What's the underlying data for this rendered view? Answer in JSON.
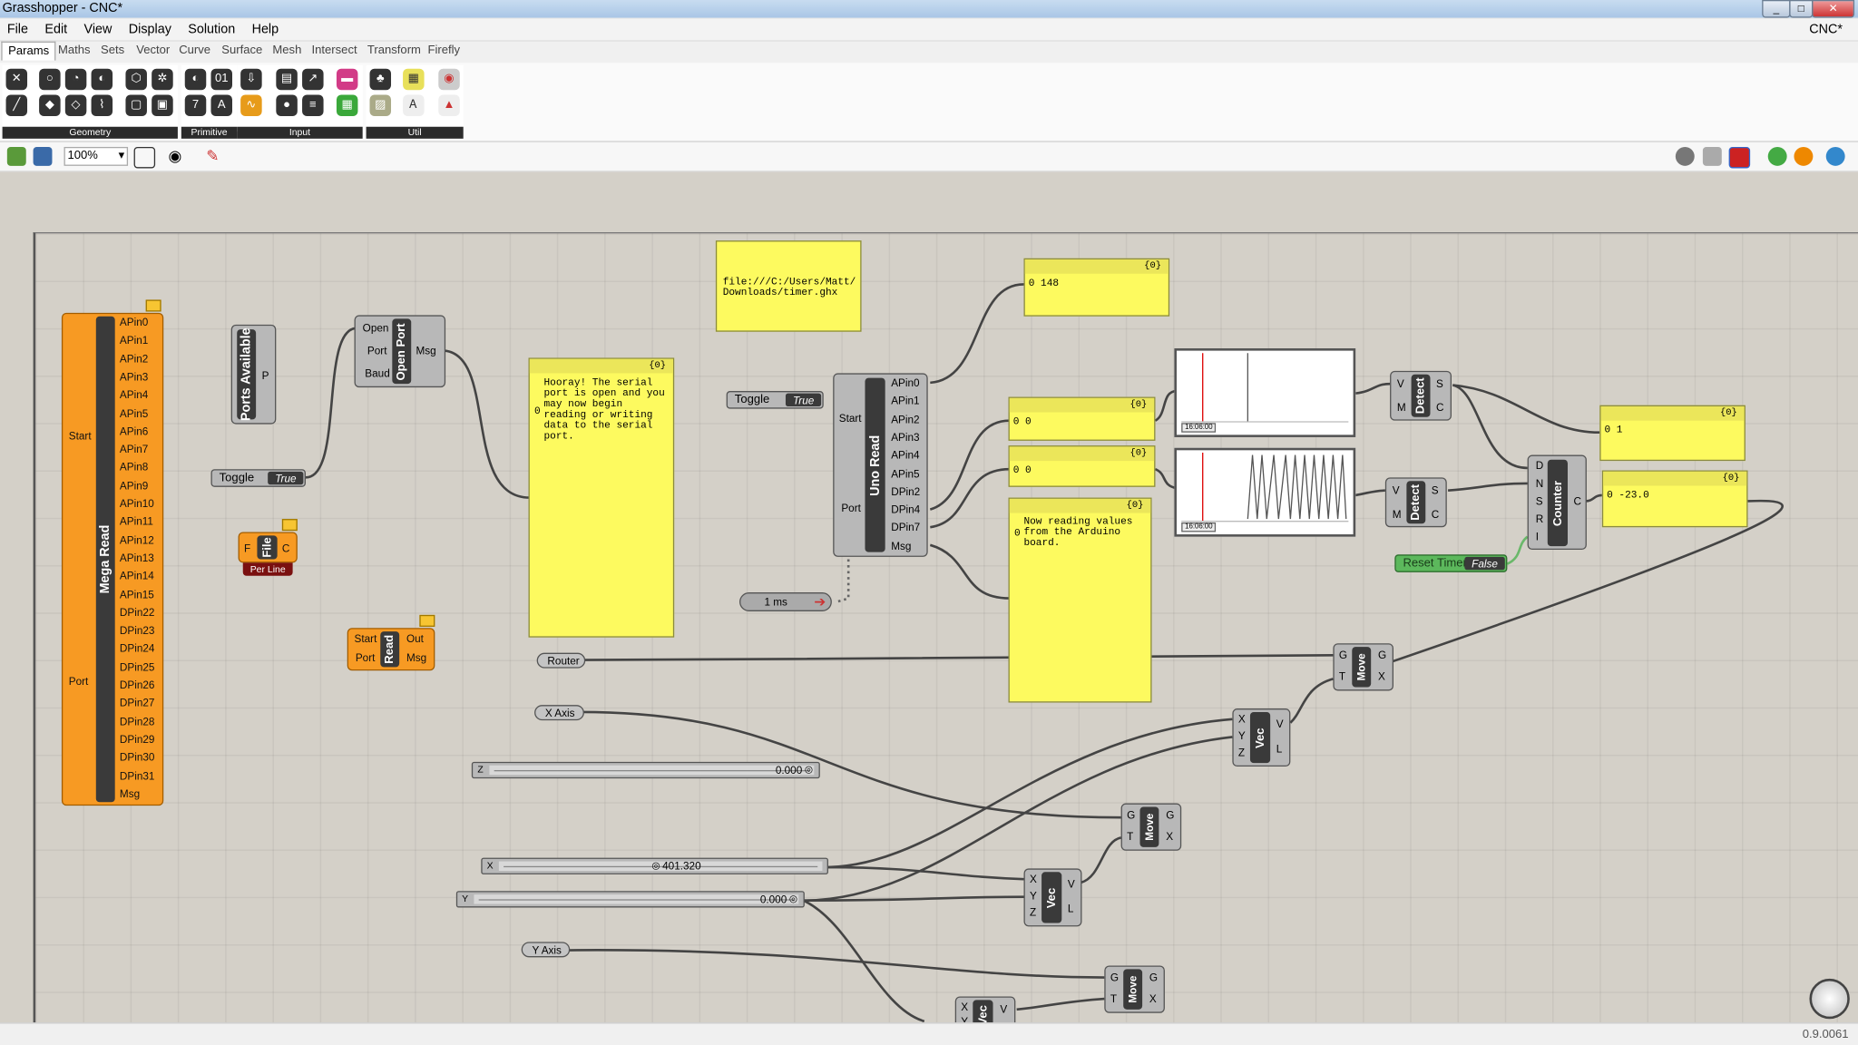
{
  "window": {
    "title": "Grasshopper - CNC*",
    "doc_label": "CNC*",
    "version": "0.9.0061"
  },
  "menu": [
    "File",
    "Edit",
    "View",
    "Display",
    "Solution",
    "Help"
  ],
  "tabs": [
    "Params",
    "Maths",
    "Sets",
    "Vector",
    "Curve",
    "Surface",
    "Mesh",
    "Intersect",
    "Transform",
    "Firefly"
  ],
  "active_tab": "Params",
  "ribbon_groups": [
    "Geometry",
    "Primitive",
    "Input",
    "Util"
  ],
  "zoom": "100%",
  "mega_read": {
    "title": "Mega Read",
    "inputs": [
      "Start",
      "Port"
    ],
    "outputs": [
      "APin0",
      "APin1",
      "APin2",
      "APin3",
      "APin4",
      "APin5",
      "APin6",
      "APin7",
      "APin8",
      "APin9",
      "APin10",
      "APin11",
      "APin12",
      "APin13",
      "APin14",
      "APin15",
      "DPin22",
      "DPin23",
      "DPin24",
      "DPin25",
      "DPin26",
      "DPin27",
      "DPin28",
      "DPin29",
      "DPin30",
      "DPin31",
      "Msg"
    ]
  },
  "ports_available": {
    "title": "Ports Available",
    "output": "P"
  },
  "toggle1": {
    "label": "Toggle",
    "value": "True"
  },
  "file_comp": {
    "title": "File",
    "in": "F",
    "out": "C",
    "sub": "Per Line"
  },
  "open_port": {
    "title": "Open Port",
    "inputs": [
      "Open",
      "Port",
      "Baud"
    ],
    "output": "Msg"
  },
  "read_comp": {
    "title": "Read",
    "inputs": [
      "Start",
      "Port"
    ],
    "outputs": [
      "Out",
      "Msg"
    ]
  },
  "panel_hooray": {
    "header": "{0}",
    "index": "0",
    "text": "Hooray! The serial\nport is open and you\nmay now begin\nreading or writing\ndata to the serial\nport."
  },
  "panel_file": {
    "text": "file:///C:/Users/Matt/\nDownloads/timer.ghx"
  },
  "toggle2": {
    "label": "Toggle",
    "value": "True"
  },
  "uno_read": {
    "title": "Uno Read",
    "inputs": [
      "Start",
      "Port"
    ],
    "outputs": [
      "APin0",
      "APin1",
      "APin2",
      "APin3",
      "APin4",
      "APin5",
      "DPin2",
      "DPin4",
      "DPin7",
      "Msg"
    ]
  },
  "timer": {
    "label": "1 ms"
  },
  "panel_148": {
    "header": "{0}",
    "text": "0 148"
  },
  "panel_a": {
    "header": "{0}",
    "text": "0 0"
  },
  "panel_b": {
    "header": "{0}",
    "text": "0 0"
  },
  "panel_reading": {
    "header": "{0}",
    "index": "0",
    "text": "Now reading values\nfrom the Arduino\nboard."
  },
  "graph1": {
    "stamp": "16:06:00"
  },
  "graph2": {
    "stamp": "16:06:00"
  },
  "detect1": {
    "title": "Detect",
    "inputs": [
      "V",
      "M"
    ],
    "outputs": [
      "S",
      "C"
    ]
  },
  "detect2": {
    "title": "Detect",
    "inputs": [
      "V",
      "M"
    ],
    "outputs": [
      "S",
      "C"
    ]
  },
  "counter": {
    "title": "Counter",
    "inputs": [
      "D",
      "N",
      "S",
      "R",
      "I"
    ],
    "output": "C"
  },
  "panel_1": {
    "header": "{0}",
    "text": "0 1"
  },
  "panel_23": {
    "header": "{0}",
    "text": "0 -23.0"
  },
  "reset_timer": {
    "label": "Reset Timer",
    "value": "False"
  },
  "router": {
    "label": "Router"
  },
  "x_axis": {
    "label": "X Axis"
  },
  "y_axis": {
    "label": "Y Axis"
  },
  "slider_z": {
    "label": "Z",
    "value": "0.000"
  },
  "slider_x": {
    "label": "X",
    "value": "401.320"
  },
  "slider_y": {
    "label": "Y",
    "value": "0.000"
  },
  "move": {
    "title": "Move",
    "inputs": [
      "G",
      "T"
    ],
    "outputs": [
      "G",
      "X"
    ]
  },
  "vec": {
    "title": "Vec",
    "inputs": [
      "X",
      "Y",
      "Z"
    ],
    "outputs": [
      "V",
      "L"
    ]
  },
  "vec_partial": {
    "title": "Vec",
    "inputs": [
      "X",
      "Y"
    ],
    "outputs": [
      "V"
    ]
  }
}
